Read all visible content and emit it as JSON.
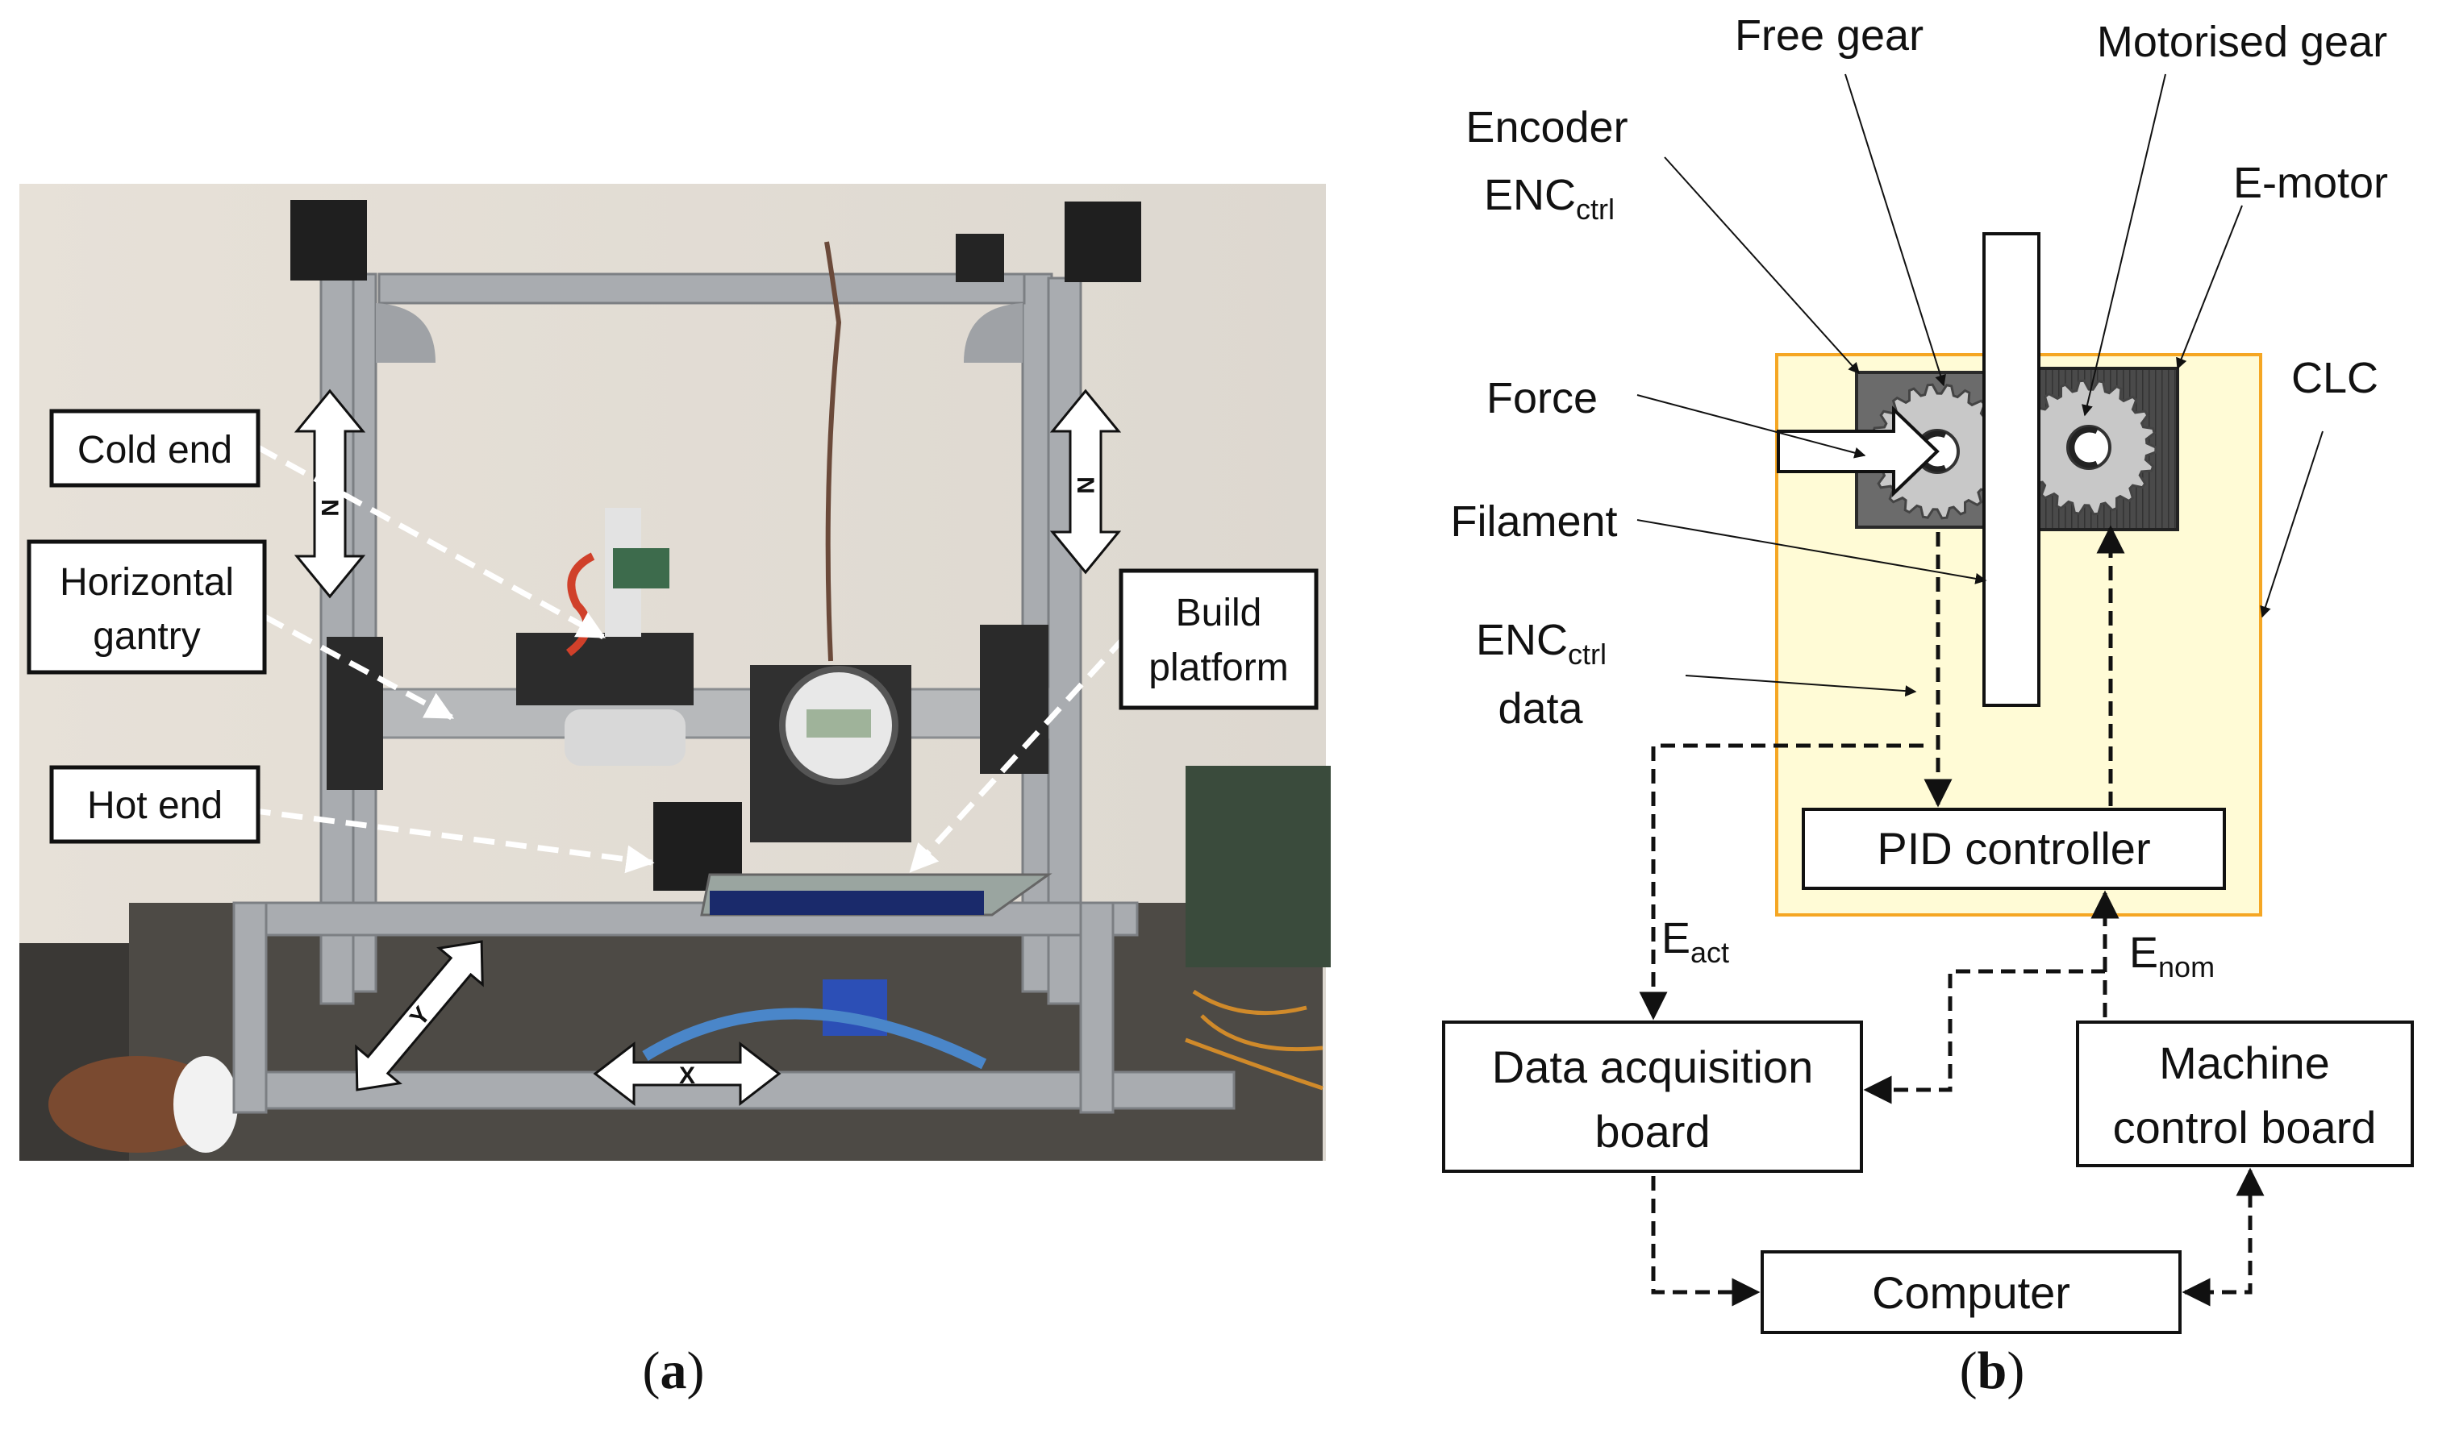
{
  "panel_a": {
    "caption": {
      "open": "(",
      "letter": "a",
      "close": ")"
    },
    "callouts": {
      "cold_end": "Cold end",
      "horizontal_gantry": [
        "Horizontal",
        "gantry"
      ],
      "hot_end": "Hot end",
      "build_platform": [
        "Build",
        "platform"
      ]
    },
    "axis_labels": {
      "z_left": "N",
      "z_right": "N",
      "y": "Y",
      "x": "X"
    }
  },
  "panel_b": {
    "caption": {
      "open": "(",
      "letter": "b",
      "close": ")"
    },
    "labels": {
      "free_gear": "Free gear",
      "motorised_gear": "Motorised gear",
      "encoder": "Encoder",
      "enc_base": "ENC",
      "enc_sub": "ctrl",
      "e_motor": "E-motor",
      "clc": "CLC",
      "force": "Force",
      "filament": "Filament",
      "enc_data_base": "ENC",
      "enc_data_sub": "ctrl",
      "enc_data_word": "data",
      "e_act_base": "E",
      "e_act_sub": "act",
      "e_nom_base": "E",
      "e_nom_sub": "nom"
    },
    "boxes": {
      "pid": "PID controller",
      "daq": [
        "Data acquisition",
        "board"
      ],
      "mcb": [
        "Machine",
        "control board"
      ],
      "computer": "Computer"
    },
    "colors": {
      "clc_fill": "#fffbd6",
      "clc_border": "#f5a623",
      "gear_dark": "#555555",
      "gear_light": "#c8c8c8"
    }
  }
}
